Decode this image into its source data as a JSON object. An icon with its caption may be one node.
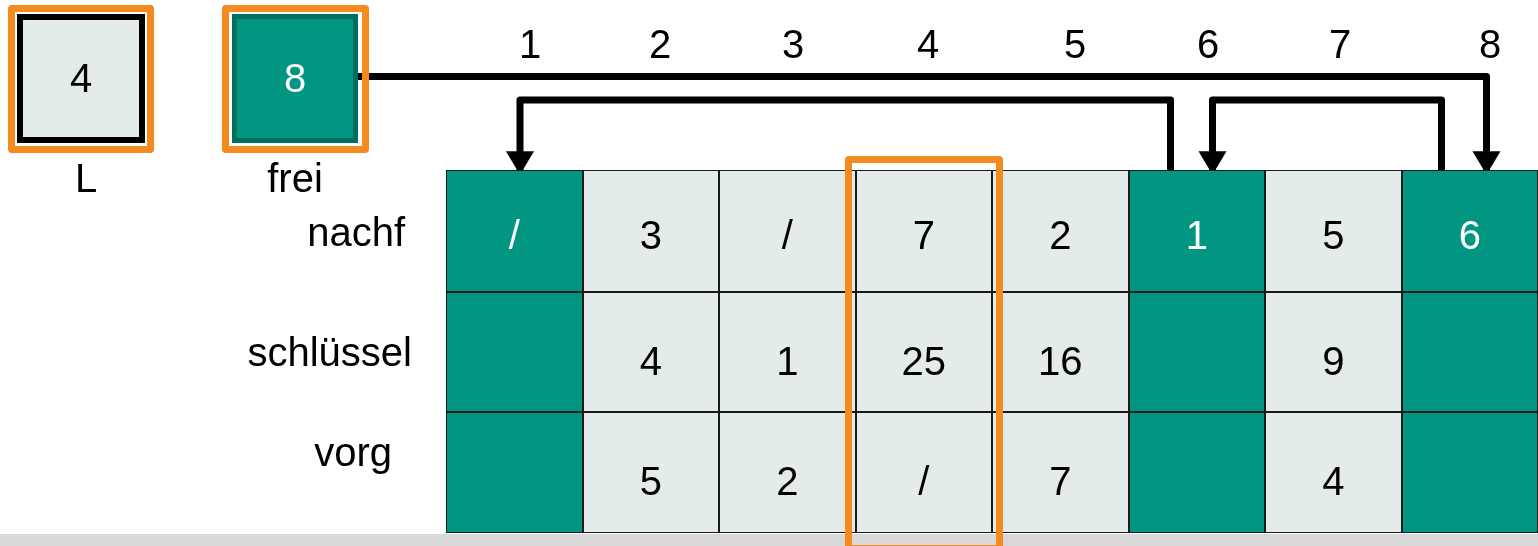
{
  "diagram": {
    "nodes": [
      {
        "text": [
          "4"
        ],
        "beside": [
          "L"
        ]
      },
      {
        "text": [
          "8"
        ],
        "beside": [
          "frei"
        ]
      },
      {
        "text": [
          "/"
        ]
      },
      {
        "text": [
          "3"
        ]
      },
      {
        "text": [
          "/"
        ]
      },
      {
        "text": [
          "7"
        ]
      },
      {
        "text": [
          "2"
        ]
      },
      {
        "text": [
          "1"
        ]
      },
      {
        "text": [
          "5"
        ]
      },
      {
        "text": [
          "6"
        ]
      },
      {
        "text": [],
        "shape": "box"
      },
      {
        "text": [
          "4"
        ]
      },
      {
        "text": [
          "1"
        ]
      },
      {
        "text": [
          "25"
        ]
      },
      {
        "text": [
          "16"
        ]
      },
      {
        "text": [],
        "shape": "box"
      },
      {
        "text": [
          "9"
        ]
      },
      {
        "text": [],
        "shape": "box"
      },
      {
        "text": [],
        "shape": "box"
      },
      {
        "text": [
          "5"
        ]
      },
      {
        "text": [
          "2"
        ]
      },
      {
        "text": [
          "/"
        ]
      },
      {
        "text": [
          "7"
        ]
      },
      {
        "text": [],
        "shape": "box"
      },
      {
        "text": [
          "4"
        ]
      },
      {
        "text": [],
        "shape": "box"
      }
    ],
    "edges": [
      {
        "from": 1,
        "to": 9,
        "arrow": "to"
      },
      {
        "from": 7,
        "to": 2,
        "arrow": "to"
      },
      {
        "from": 9,
        "to": 7,
        "arrow": "to"
      }
    ],
    "labels": [
      "1",
      "2",
      "3",
      "4",
      "5",
      "6",
      "7",
      "8",
      "nachf",
      "schlüssel",
      "vorg"
    ]
  }
}
